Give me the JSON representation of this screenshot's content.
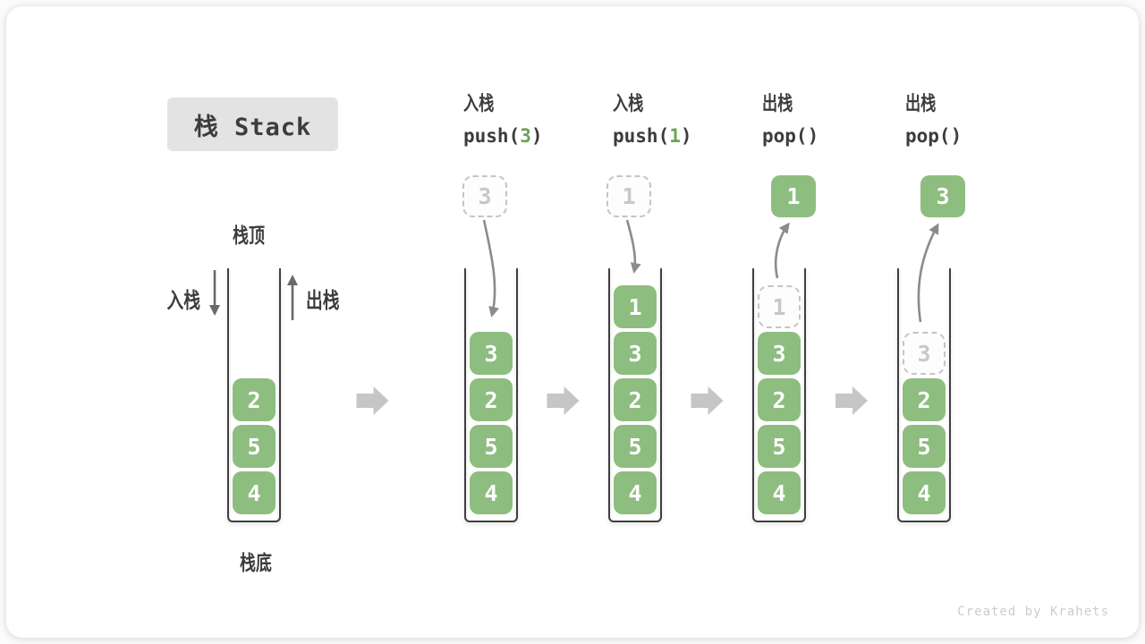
{
  "title": "栈 Stack",
  "legend": {
    "stack_top": "栈顶",
    "stack_bottom": "栈底",
    "push": "入栈",
    "pop": "出栈"
  },
  "operations": [
    {
      "label": "入栈",
      "code_pre": "push(",
      "code_arg": "3",
      "code_post": ")"
    },
    {
      "label": "入栈",
      "code_pre": "push(",
      "code_arg": "1",
      "code_post": ")"
    },
    {
      "label": "出栈",
      "code_pre": "pop(",
      "code_arg": "",
      "code_post": ")"
    },
    {
      "label": "出栈",
      "code_pre": "pop(",
      "code_arg": "",
      "code_post": ")"
    }
  ],
  "stacks": [
    {
      "cells": [
        {
          "value": "2"
        },
        {
          "value": "5"
        },
        {
          "value": "4"
        }
      ]
    },
    {
      "cells": [
        {
          "value": "3"
        },
        {
          "value": "2"
        },
        {
          "value": "5"
        },
        {
          "value": "4"
        }
      ],
      "floating": {
        "value": "3",
        "ghost": true
      },
      "flow": "push"
    },
    {
      "cells": [
        {
          "value": "1"
        },
        {
          "value": "3"
        },
        {
          "value": "2"
        },
        {
          "value": "5"
        },
        {
          "value": "4"
        }
      ],
      "floating": {
        "value": "1",
        "ghost": true
      },
      "flow": "push"
    },
    {
      "cells": [
        {
          "value": "1",
          "ghost": true
        },
        {
          "value": "3"
        },
        {
          "value": "2"
        },
        {
          "value": "5"
        },
        {
          "value": "4"
        }
      ],
      "floating": {
        "value": "1"
      },
      "flow": "pop"
    },
    {
      "cells": [
        {
          "value": "3",
          "ghost": true
        },
        {
          "value": "2"
        },
        {
          "value": "5"
        },
        {
          "value": "4"
        }
      ],
      "floating": {
        "value": "3"
      },
      "flow": "pop"
    }
  ],
  "watermark": "Created by Krahets",
  "colors": {
    "block": "#8ebd80",
    "code_arg": "#6aa356",
    "text": "#3c3c3c",
    "ghost": "#c5c5c5",
    "flow_arrow": "#c6c6c6",
    "motion_arrow": "#8b8b8b",
    "legend_arrow": "#696969",
    "title_bg": "#e3e3e3",
    "watermark": "#cccccc"
  }
}
